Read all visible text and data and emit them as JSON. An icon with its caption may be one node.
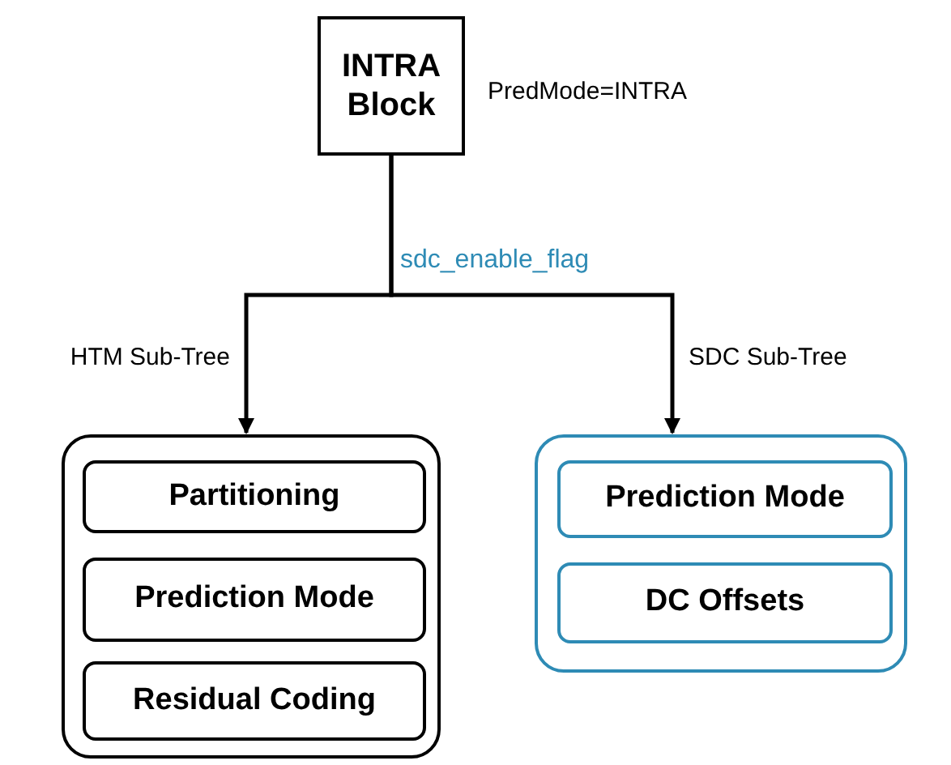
{
  "diagram": {
    "nodes": [
      {
        "text": [
          "INTRA Block"
        ],
        "beside": [
          "PredMode=INTRA"
        ]
      },
      {
        "text": [],
        "shape": "box"
      },
      {
        "text": [
          "Partitioning"
        ],
        "in": 1
      },
      {
        "text": [
          "Prediction Mode"
        ],
        "in": 1
      },
      {
        "text": [
          "Residual Coding"
        ],
        "in": 1
      },
      {
        "text": [],
        "shape": "box"
      },
      {
        "text": [
          "Prediction Mode"
        ],
        "in": 5
      },
      {
        "text": [
          "DC Offsets"
        ],
        "in": 5
      }
    ],
    "edges": [
      {
        "from": 0,
        "to": 1,
        "arrow": "to",
        "label": "HTM Sub-Tree"
      },
      {
        "from": 0,
        "to": 5,
        "arrow": "to",
        "label": "SDC Sub-Tree"
      }
    ],
    "labels": [
      "sdc_enable_flag"
    ]
  }
}
